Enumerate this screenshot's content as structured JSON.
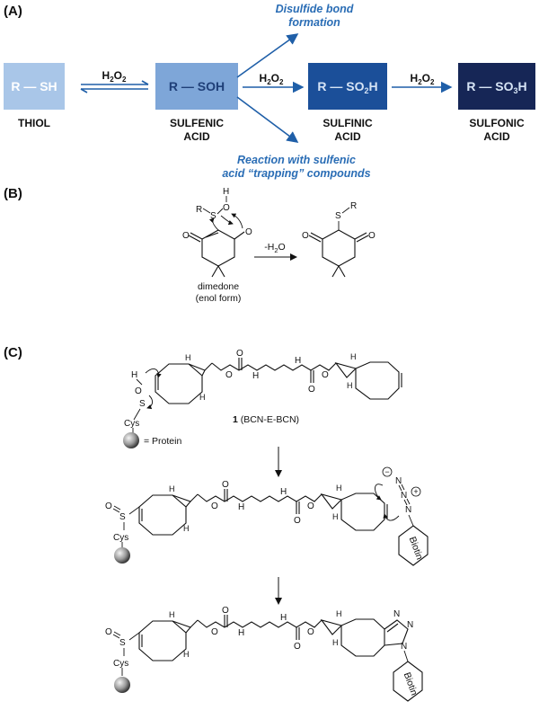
{
  "panels": {
    "a": "(A)",
    "b": "(B)",
    "c": "(C)"
  },
  "panel_a": {
    "thiol_box": "R — SH",
    "thiol_name": "THIOL",
    "sulfenic_box": "R — SOH",
    "sulfenic_name_1": "SULFENIC",
    "sulfenic_name_2": "ACID",
    "sulfinic_box_prefix": "R — SO",
    "sulfinic_box_sub": "2",
    "sulfinic_box_suffix": "H",
    "sulfinic_name_1": "SULFINIC",
    "sulfinic_name_2": "ACID",
    "sulfonic_box_prefix": "R — SO",
    "sulfonic_box_sub": "3",
    "sulfonic_box_suffix": "H",
    "sulfonic_name_1": "SULFONIC",
    "sulfonic_name_2": "ACID",
    "h2o2_prefix": "H",
    "h2o2_sub1": "2",
    "h2o2_mid": "O",
    "h2o2_sub2": "2",
    "disulfide_1": "Disulfide bond",
    "disulfide_2": "formation",
    "trapping_1": "Reaction with sulfenic",
    "trapping_2": "acid “trapping” compounds",
    "colors": {
      "thiol": "#a9c6e8",
      "sulfenic": "#7ea6d8",
      "sulfinic": "#1b4f99",
      "sulfonic": "#162656",
      "arrow": "#1f5fa8",
      "note": "#2a6db5"
    }
  },
  "panel_b": {
    "dimedone_1": "dimedone",
    "dimedone_2": "(enol form)",
    "loss_prefix": "-H",
    "loss_sub": "2",
    "loss_suffix": "O",
    "r_label": "R",
    "s_label": "S",
    "o_label": "O",
    "h_label": "H"
  },
  "panel_c": {
    "compound_num": "1",
    "compound_name": "(BCN-E-BCN)",
    "protein_legend": "= Protein",
    "cys": "Cys",
    "biotin": "Biotin",
    "atom_h": "H",
    "atom_o": "O",
    "atom_s": "S",
    "atom_n": "N",
    "atom_nh": "H",
    "minus": "−",
    "plus": "+"
  }
}
